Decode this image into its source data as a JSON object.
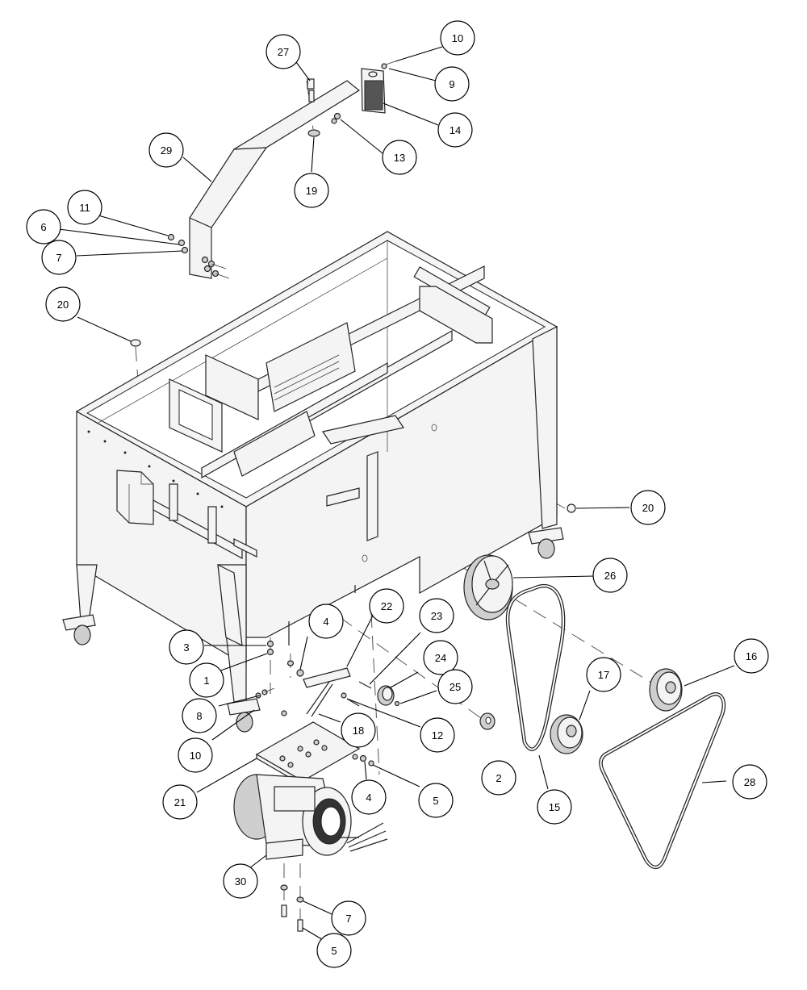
{
  "callouts": [
    {
      "label": "27"
    },
    {
      "label": "10"
    },
    {
      "label": "9"
    },
    {
      "label": "14"
    },
    {
      "label": "13"
    },
    {
      "label": "19"
    },
    {
      "label": "29"
    },
    {
      "label": "11"
    },
    {
      "label": "6"
    },
    {
      "label": "7"
    },
    {
      "label": "20"
    },
    {
      "label": "20"
    },
    {
      "label": "26"
    },
    {
      "label": "22"
    },
    {
      "label": "23"
    },
    {
      "label": "4"
    },
    {
      "label": "3"
    },
    {
      "label": "1"
    },
    {
      "label": "24"
    },
    {
      "label": "25"
    },
    {
      "label": "16"
    },
    {
      "label": "17"
    },
    {
      "label": "8"
    },
    {
      "label": "18"
    },
    {
      "label": "12"
    },
    {
      "label": "10"
    },
    {
      "label": "2"
    },
    {
      "label": "28"
    },
    {
      "label": "21"
    },
    {
      "label": "4"
    },
    {
      "label": "5"
    },
    {
      "label": "15"
    },
    {
      "label": "30"
    },
    {
      "label": "7"
    },
    {
      "label": "5"
    }
  ]
}
